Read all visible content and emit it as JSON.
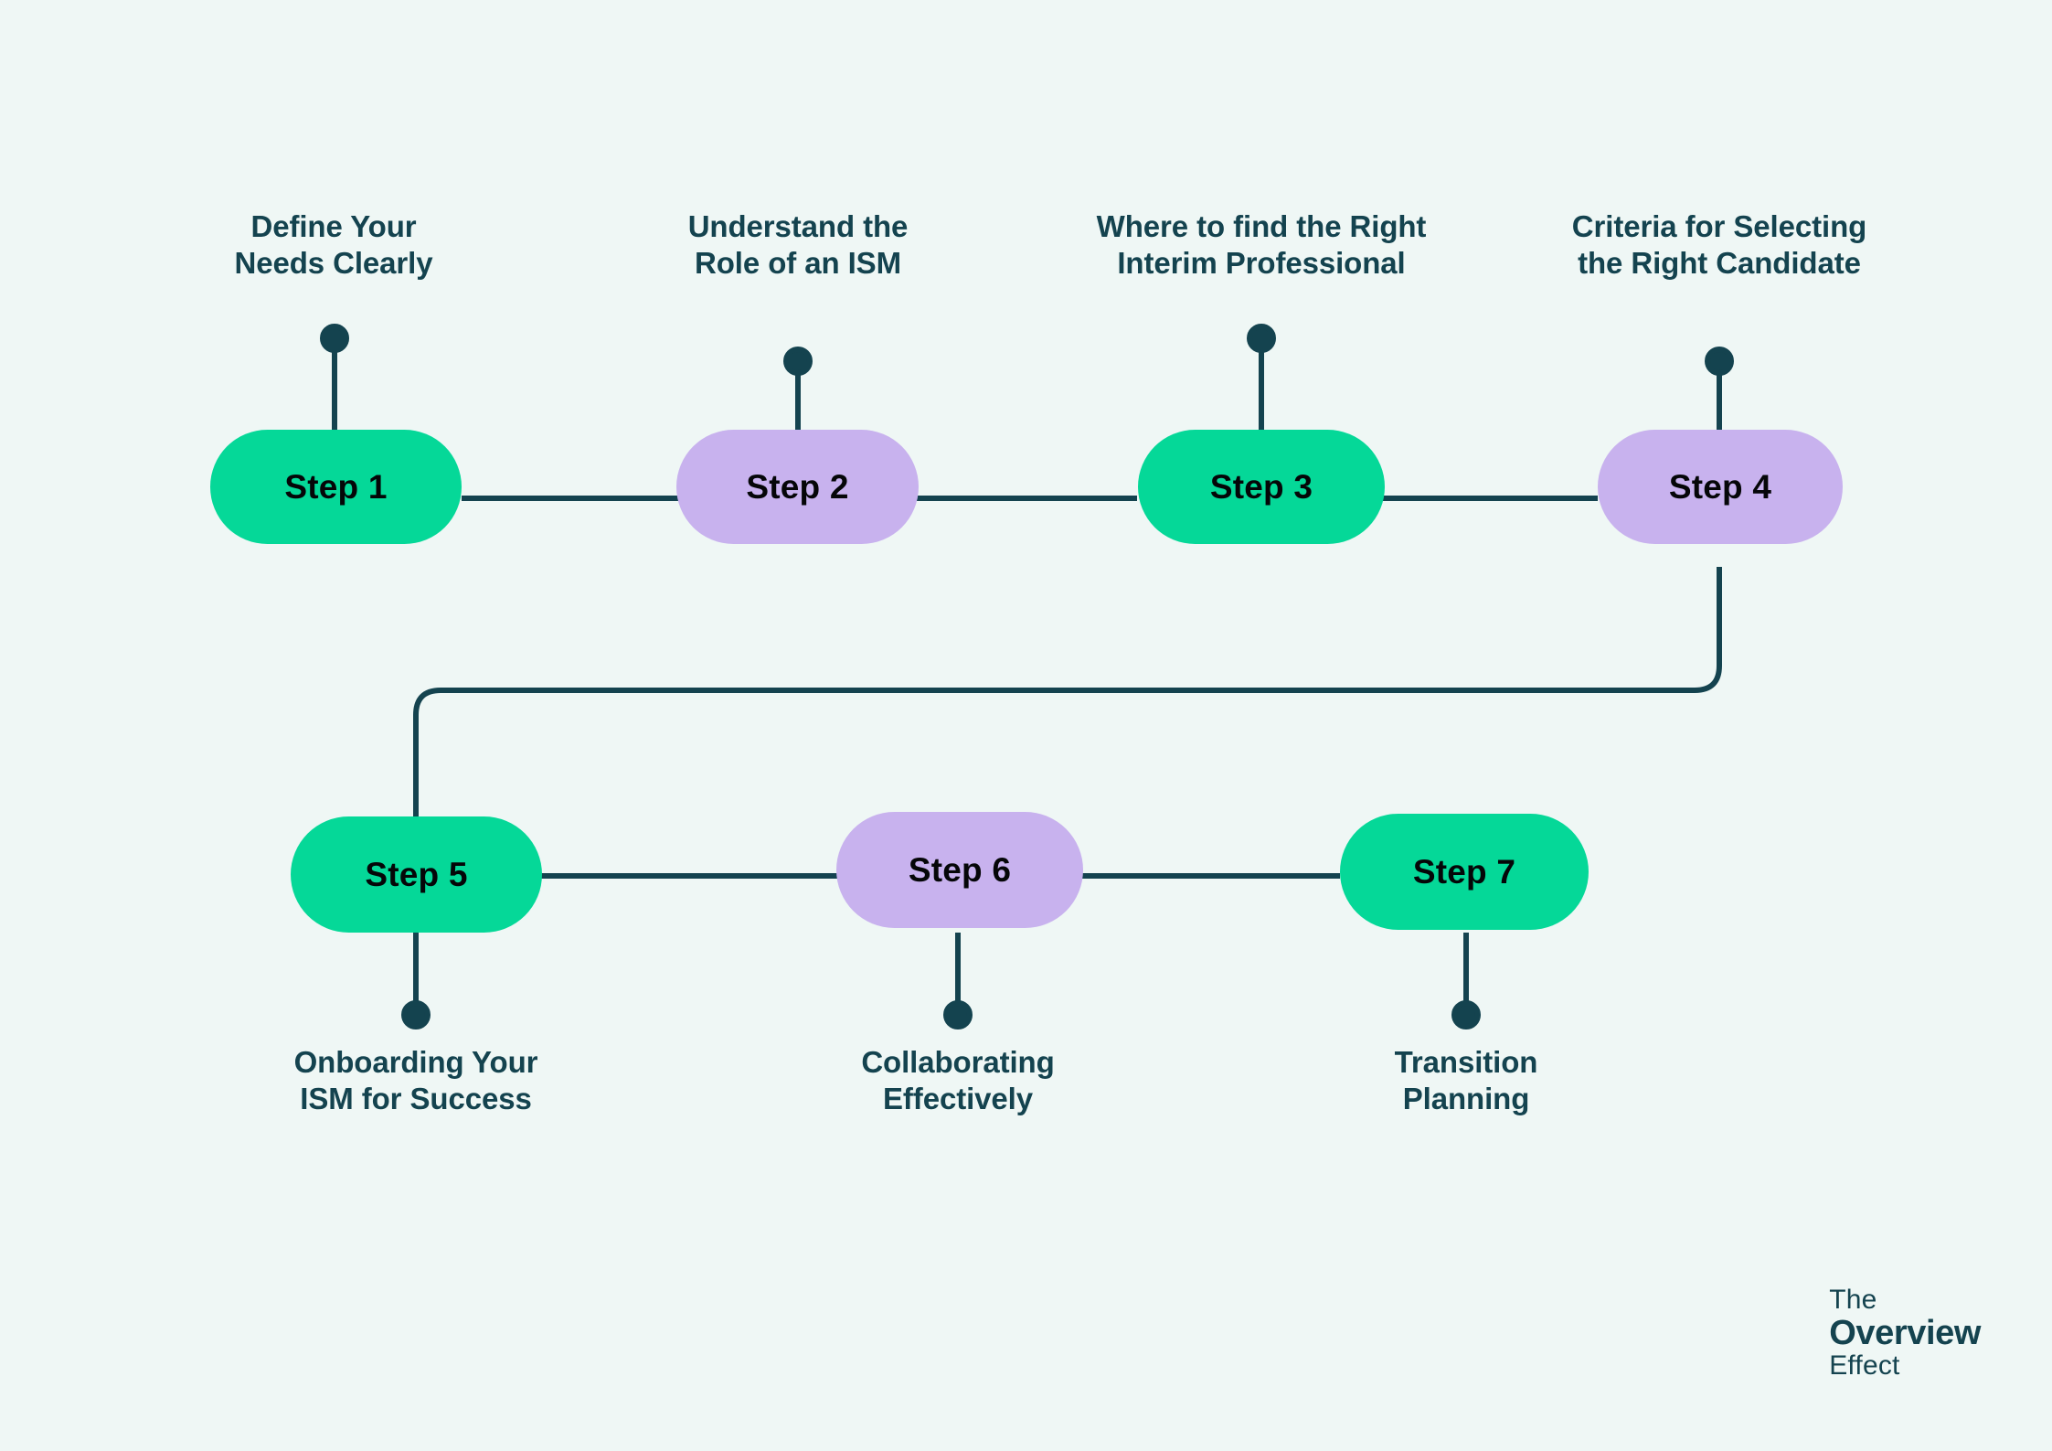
{
  "theme": {
    "background": "#eff7f5",
    "green": "#05d898",
    "purple": "#c8b2ee",
    "line": "#14434f",
    "caption_text": "#14434f",
    "node_text": "#050608"
  },
  "diagram": {
    "type": "flowchart",
    "orientation": "horizontal-serpentine",
    "nodes": [
      {
        "id": "step1",
        "label": "Step 1",
        "color": "green",
        "caption": "Define Your\nNeeds Clearly",
        "caption_position": "above"
      },
      {
        "id": "step2",
        "label": "Step 2",
        "color": "purple",
        "caption": "Understand the\nRole of an ISM",
        "caption_position": "above"
      },
      {
        "id": "step3",
        "label": "Step 3",
        "color": "green",
        "caption": "Where to find the Right\nInterim Professional",
        "caption_position": "above"
      },
      {
        "id": "step4",
        "label": "Step 4",
        "color": "purple",
        "caption": "Criteria for Selecting\nthe Right Candidate",
        "caption_position": "above"
      },
      {
        "id": "step5",
        "label": "Step 5",
        "color": "green",
        "caption": "Onboarding Your\nISM for Success",
        "caption_position": "below"
      },
      {
        "id": "step6",
        "label": "Step 6",
        "color": "purple",
        "caption": "Collaborating\nEffectively",
        "caption_position": "below"
      },
      {
        "id": "step7",
        "label": "Step 7",
        "color": "green",
        "caption": "Transition\nPlanning",
        "caption_position": "below"
      }
    ],
    "edges": [
      {
        "from": "step1",
        "to": "step2",
        "style": "straight"
      },
      {
        "from": "step2",
        "to": "step3",
        "style": "straight"
      },
      {
        "from": "step3",
        "to": "step4",
        "style": "straight"
      },
      {
        "from": "step4",
        "to": "step5",
        "style": "elbow-wrap"
      },
      {
        "from": "step5",
        "to": "step6",
        "style": "straight"
      },
      {
        "from": "step6",
        "to": "step7",
        "style": "straight"
      }
    ]
  },
  "logo": {
    "line1": "The",
    "line2": "Overview",
    "line3": "Effect"
  }
}
